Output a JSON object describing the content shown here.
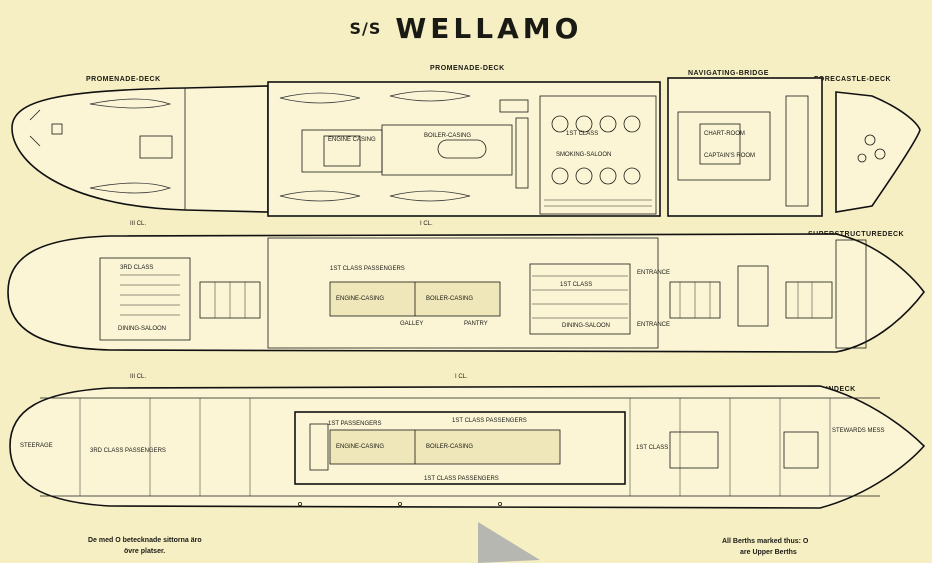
{
  "title": {
    "prefix": "S/S",
    "name": "WELLAMO"
  },
  "decks": {
    "promenade_left": "PROMENADE-DECK",
    "promenade_center": "PROMENADE-DECK",
    "navigating_bridge": "NAVIGATING-BRIDGE",
    "forecastle": "FORECASTLE-DECK",
    "superstructure": "SUPERSTRUCTUREDECK",
    "maindeck": "MAINDECK"
  },
  "class_markers": {
    "promenade_third": "III CL.",
    "promenade_first": "I CL.",
    "super_third": "III CL.",
    "super_first": "I CL."
  },
  "rooms": {
    "engine_casing_top": "ENGINE CASING",
    "boiler_casing_top": "BOILER-CASING",
    "first_class_top": "1ST CLASS",
    "smoking_saloon": "SMOKING-SALOON",
    "chart_room": "CHART-ROOM",
    "captains_room": "CAPTAIN'S ROOM",
    "third_class_super": "3RD CLASS",
    "dining_saloon_third": "DINING-SALOON",
    "first_class_passengers_super": "1ST CLASS PASSENGERS",
    "engine_casing_super": "ENGINE-CASING",
    "boiler_casing_super": "BOILER-CASING",
    "first_class_super": "1ST CLASS",
    "galley": "GALLEY",
    "pantry": "PANTRY",
    "dining_saloon_first": "DINING-SALOON",
    "entrance_top": "ENTRANCE",
    "entrance_bottom": "ENTRANCE",
    "steerage_main": "STEERAGE",
    "third_class_passengers_main": "3RD CLASS PASSENGERS",
    "first_class_passengers_main_left": "1ST PASSENGERS",
    "first_class_passengers_main_top": "1ST CLASS PASSENGERS",
    "engine_casing_main": "ENGINE-CASING",
    "boiler_casing_main": "BOILER-CASING",
    "first_class_passengers_main_bottom": "1ST CLASS PASSENGERS",
    "first_class_main_right": "1ST CLASS",
    "stewards_mess": "STEWARDS MESS"
  },
  "notes": {
    "swedish_line1": "De med O betecknade sittorna äro",
    "swedish_line2": "övre platser.",
    "english_line1": "All Berths marked thus: O",
    "english_line2": "are Upper Berths"
  }
}
